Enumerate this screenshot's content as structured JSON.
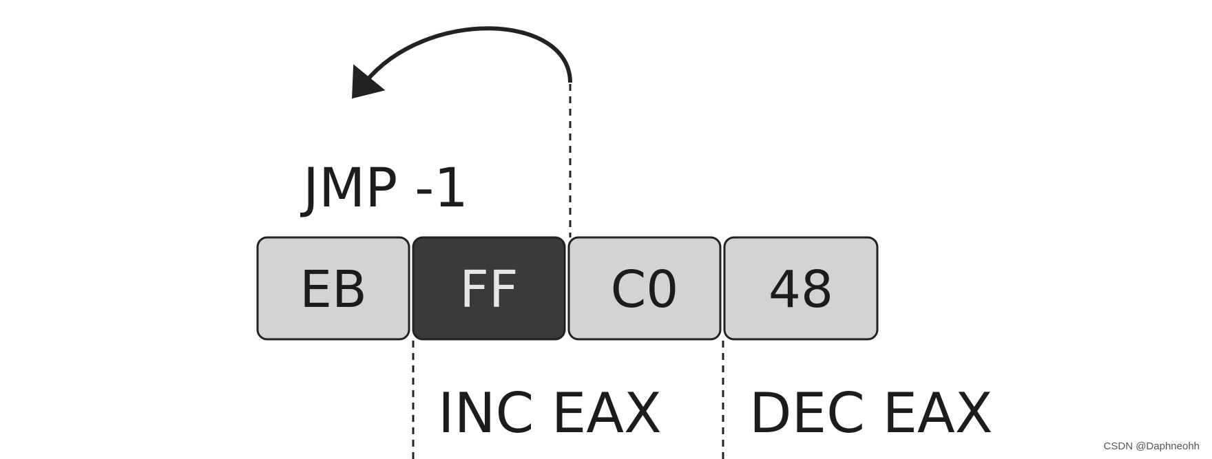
{
  "diagram": {
    "jump_label": "JMP -1",
    "bytes": [
      {
        "text": "EB",
        "highlighted": false
      },
      {
        "text": "FF",
        "highlighted": true
      },
      {
        "text": "C0",
        "highlighted": false
      },
      {
        "text": "48",
        "highlighted": false
      }
    ],
    "instructions": [
      {
        "text": "INC EAX"
      },
      {
        "text": "DEC EAX"
      }
    ]
  },
  "colors": {
    "byte_fill": "#d3d3d3",
    "byte_fill_highlight": "#3a3a3a",
    "byte_text": "#1c1c1c",
    "byte_text_highlight": "#e6e6e6",
    "stroke": "#222222"
  },
  "watermark": "CSDN @Daphneohh"
}
